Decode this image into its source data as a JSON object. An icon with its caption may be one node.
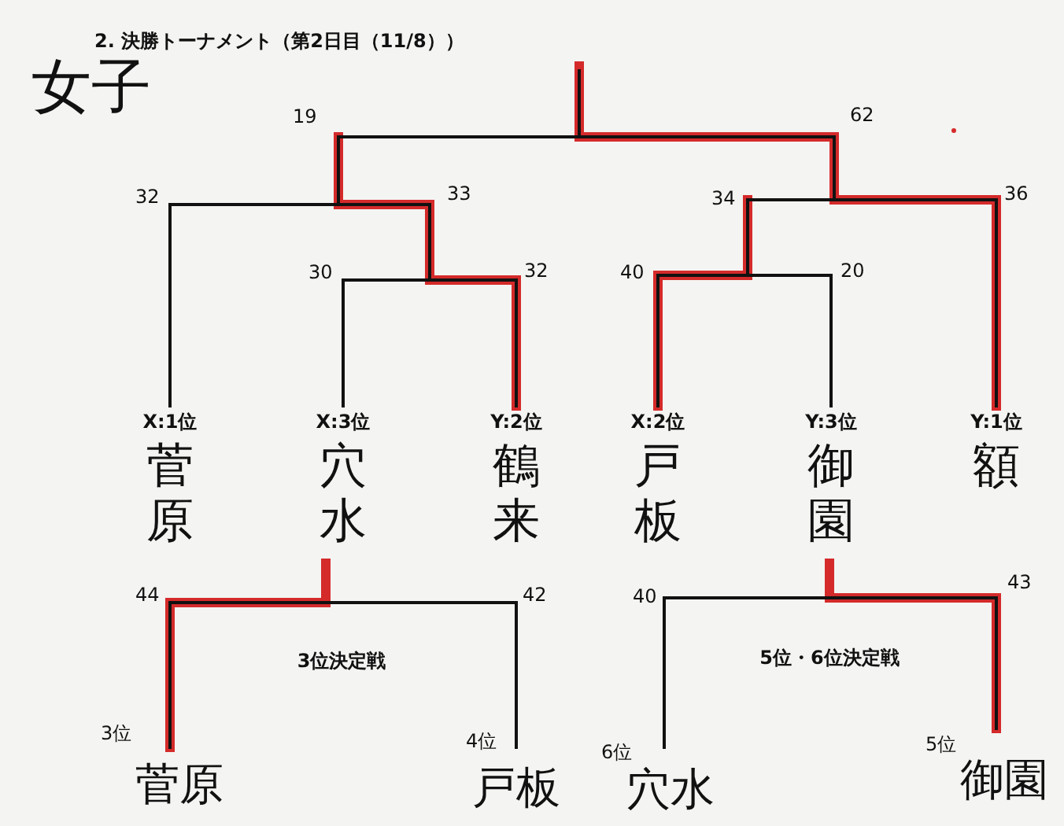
{
  "diagram": {
    "title": "2. 決勝トーナメント（第2日目（11/8））",
    "labels": [
      "女子",
      "19",
      "62",
      "32",
      "33",
      "34",
      "36",
      "30",
      "32",
      "40",
      "20",
      "X:1位",
      "菅原",
      "X:3位",
      "穴水",
      "Y:2位",
      "鶴来",
      "X:2位",
      "戸板",
      "Y:3位",
      "御園",
      "Y:1位",
      "額",
      "44",
      "42",
      "3位決定戦",
      "40",
      "5位・6位決定戦",
      "43",
      "3位",
      "菅原",
      "4位",
      "戸板",
      "6位",
      "穴水",
      "5位",
      "御園"
    ]
  }
}
